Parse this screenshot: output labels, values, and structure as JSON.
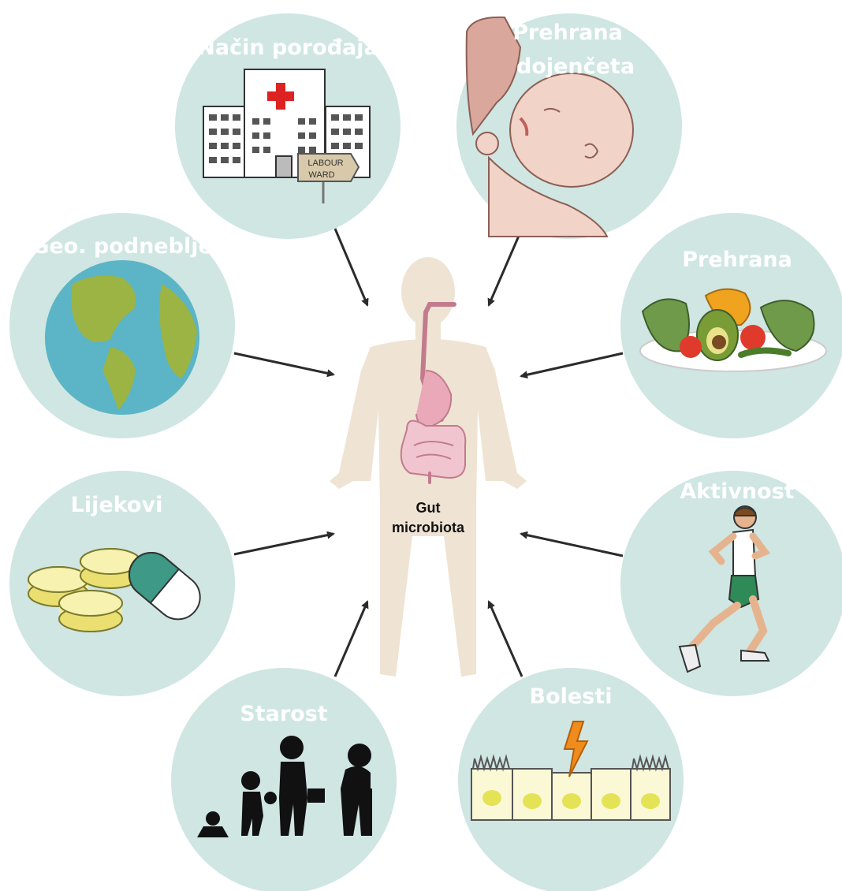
{
  "center": {
    "label_line1": "Gut",
    "label_line2": "microbiota"
  },
  "factors": [
    {
      "id": "birth",
      "label_lines": [
        "Način porođaja"
      ],
      "icon": "hospital-icon"
    },
    {
      "id": "infant",
      "label_lines": [
        "Prehrana",
        "dojenčeta"
      ],
      "icon": "breastfeeding-icon"
    },
    {
      "id": "geo",
      "label_lines": [
        "Geo. podneblje"
      ],
      "icon": "globe-icon"
    },
    {
      "id": "diet",
      "label_lines": [
        "Prehrana"
      ],
      "icon": "salad-icon"
    },
    {
      "id": "meds",
      "label_lines": [
        "Lijekovi"
      ],
      "icon": "pills-icon"
    },
    {
      "id": "activity",
      "label_lines": [
        "Aktivnost"
      ],
      "icon": "runner-icon"
    },
    {
      "id": "age",
      "label_lines": [
        "Starost"
      ],
      "icon": "ageing-icon"
    },
    {
      "id": "disease",
      "label_lines": [
        "Bolesti"
      ],
      "icon": "intestinal-cells-icon"
    }
  ],
  "signs": {
    "labour_ward_line1": "LABOUR",
    "labour_ward_line2": "WARD"
  },
  "colors": {
    "circle": "#cfe6e2",
    "body": "#efe3d3",
    "arrow": "#2b2b2b",
    "label": "#ffffff"
  }
}
